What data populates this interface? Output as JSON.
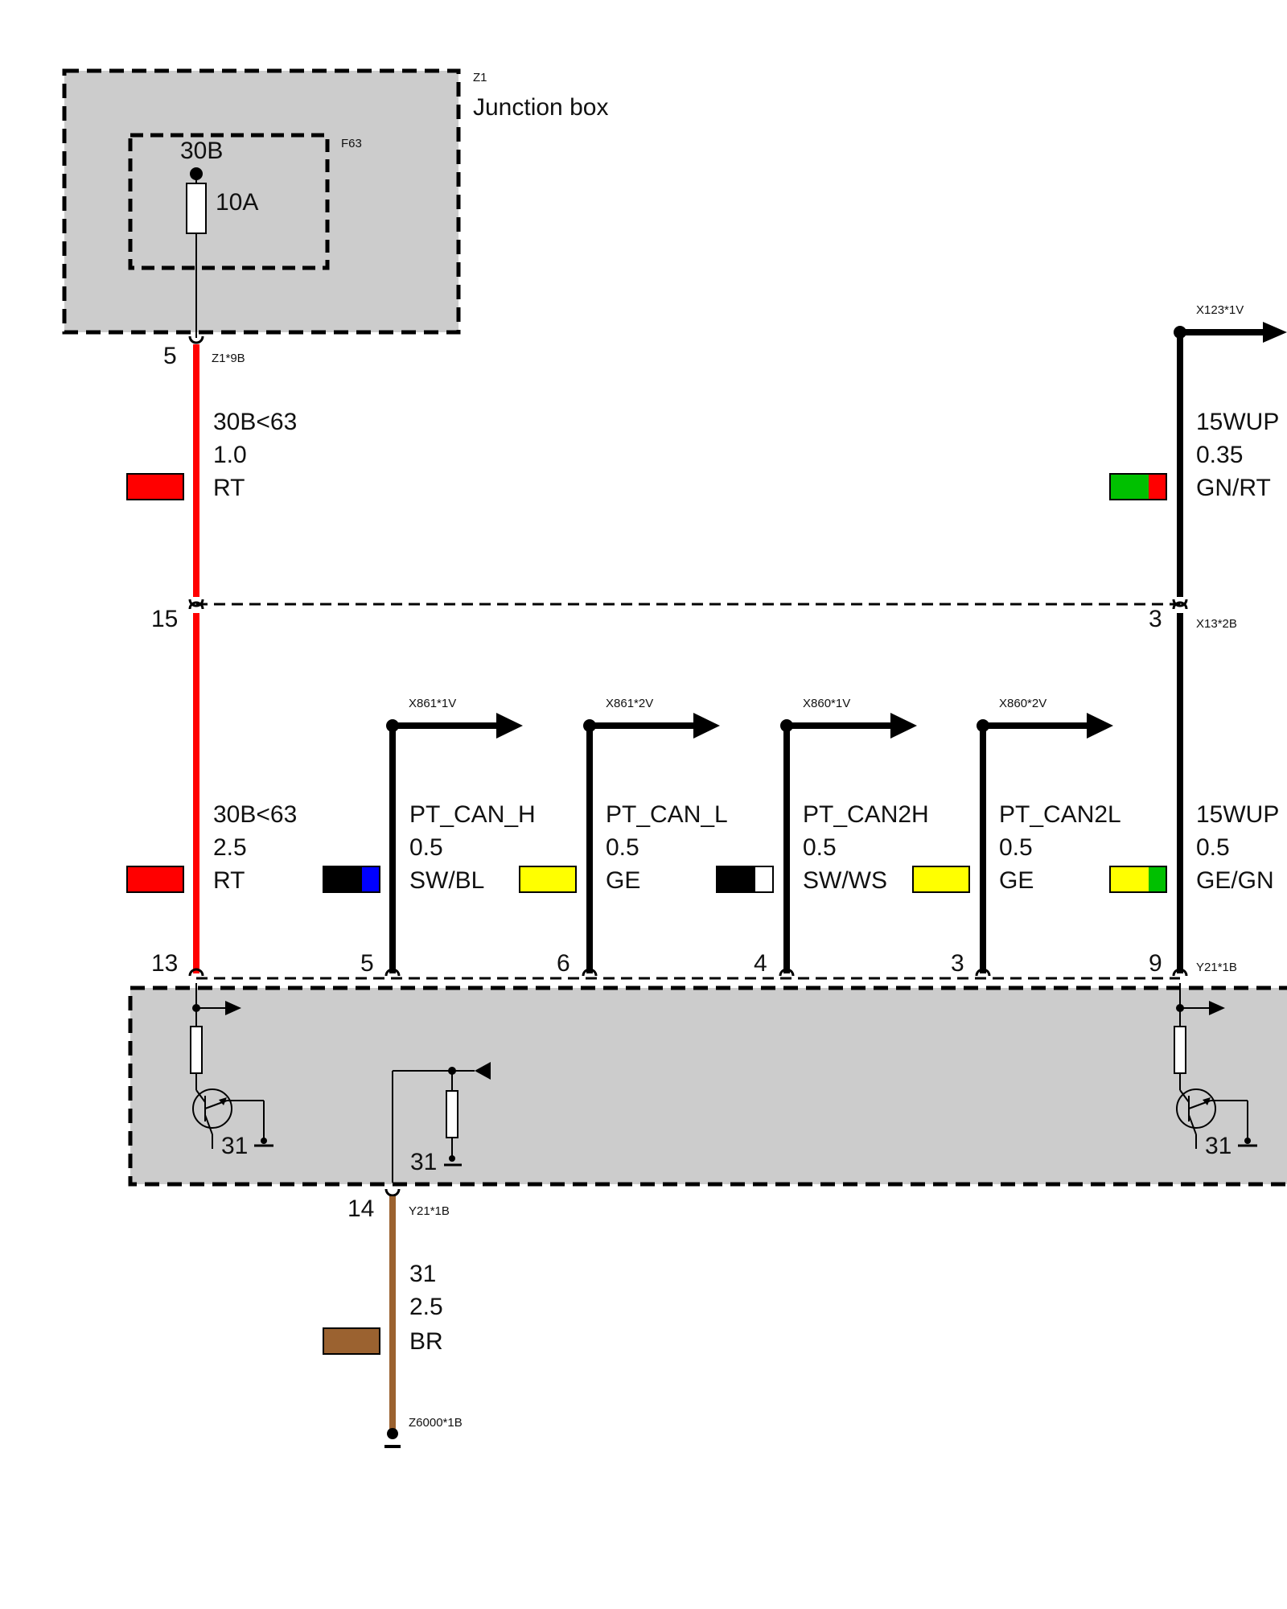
{
  "junction_box": {
    "ref": "Z1",
    "name": "Junction box",
    "fuse_ref": "F63",
    "fuse_terminal": "30B",
    "fuse_rating": "10A",
    "pin": "5",
    "connector": "Z1*9B"
  },
  "wires": [
    {
      "signal": "30B<63",
      "gauge": "1.0",
      "color_code": "RT",
      "colors": [
        "#ff0000"
      ]
    },
    {
      "signal": "15WUP",
      "gauge": "0.35",
      "color_code": "GN/RT",
      "colors": [
        "#00c000",
        "#ff0000"
      ]
    },
    {
      "signal": "30B<63",
      "gauge": "2.5",
      "color_code": "RT",
      "colors": [
        "#ff0000"
      ]
    },
    {
      "signal": "PT_CAN_H",
      "gauge": "0.5",
      "color_code": "SW/BL",
      "colors": [
        "#000000",
        "#0000ff"
      ]
    },
    {
      "signal": "PT_CAN_L",
      "gauge": "0.5",
      "color_code": "GE",
      "colors": [
        "#ffff00"
      ]
    },
    {
      "signal": "PT_CAN2H",
      "gauge": "0.5",
      "color_code": "SW/WS",
      "colors": [
        "#000000",
        "#ffffff"
      ]
    },
    {
      "signal": "PT_CAN2L",
      "gauge": "0.5",
      "color_code": "GE",
      "colors": [
        "#ffff00"
      ]
    },
    {
      "signal": "15WUP",
      "gauge": "0.5",
      "color_code": "GE/GN",
      "colors": [
        "#ffff00",
        "#00c000"
      ]
    },
    {
      "signal": "31",
      "gauge": "2.5",
      "color_code": "BR",
      "colors": [
        "#9b6230"
      ]
    }
  ],
  "connectors": {
    "x123": "X123*1V",
    "x13": "X13*2B",
    "x861_1": "X861*1V",
    "x861_2": "X861*2V",
    "x860_1": "X860*1V",
    "x860_2": "X860*2V",
    "y21_right": "Y21*1B",
    "y21_bottom": "Y21*1B",
    "ground_point": "Z6000*1B"
  },
  "pins": {
    "mid_left": "15",
    "mid_right": "3",
    "bottom": [
      "13",
      "5",
      "6",
      "4",
      "3",
      "9"
    ],
    "ground_pin": "14"
  },
  "ground_labels": [
    "31",
    "31",
    "31"
  ],
  "colors": {
    "red": "#ff0000",
    "black": "#000000",
    "brown": "#9b6230",
    "box_fill": "#cccccc"
  }
}
